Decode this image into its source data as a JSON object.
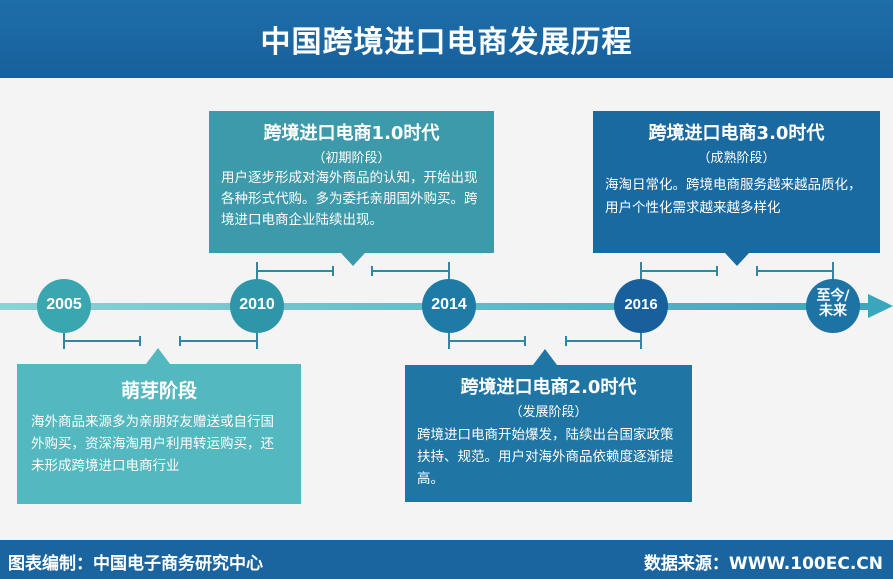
{
  "title": "中国跨境进口电商发展历程",
  "timeline": {
    "nodes": [
      {
        "label": "2005"
      },
      {
        "label": "2010"
      },
      {
        "label": "2014"
      },
      {
        "label": "2016"
      },
      {
        "label_line1": "至今/",
        "label_line2": "未来"
      }
    ]
  },
  "stages": [
    {
      "title": "萌芽阶段",
      "subtitle": "",
      "body": "海外商品来源多为亲朋好友赠送或自行国外购买，资深海淘用户利用转运购买，还未形成跨境进口电商行业",
      "color": "#54b8c0"
    },
    {
      "title": "跨境进口电商1.0时代",
      "subtitle": "（初期阶段）",
      "body": "用户逐步形成对海外商品的认知，开始出现各种形式代购。多为委托亲朋国外购买。跨境进口电商企业陆续出现。",
      "color": "#3d9aab"
    },
    {
      "title": "跨境进口电商2.0时代",
      "subtitle": "（发展阶段）",
      "body": "跨境进口电商开始爆发，陆续出台国家政策扶持、规范。用户对海外商品依赖度逐渐提高。",
      "color": "#1f75a4"
    },
    {
      "title": "跨境进口电商3.0时代",
      "subtitle": "（成熟阶段）",
      "body": "海淘日常化。跨境电商服务越来越品质化，用户个性化需求越来越多样化",
      "color": "#1a6aa2"
    }
  ],
  "footer": {
    "left": "图表编制：中国电子商务研究中心",
    "right": "数据来源：WWW.100EC.CN"
  }
}
